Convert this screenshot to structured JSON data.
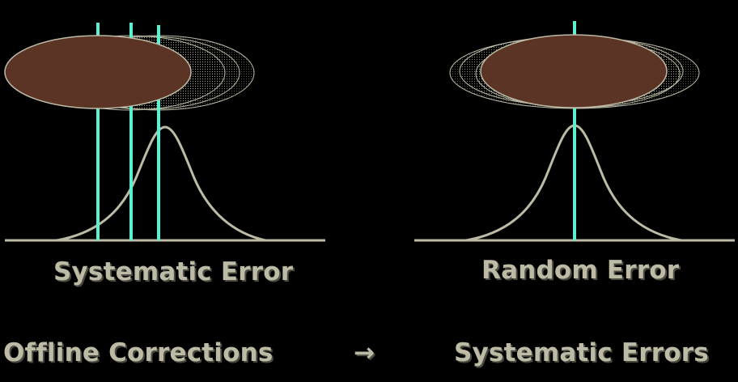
{
  "colors": {
    "background": "#000000",
    "ellipse_fill": "#5b3426",
    "ellipse_stroke": "#bdbba6",
    "curve": "#bdbba6",
    "baseline": "#bdbba6",
    "marker": "#5af0d0",
    "text": "#bdbba6",
    "text_shadow": "#4a4a40"
  },
  "left_panel": {
    "caption": "Systematic Error"
  },
  "right_panel": {
    "caption": "Random Error"
  },
  "footer": {
    "left": "Offline Corrections",
    "arrow": "→",
    "right": "Systematic Errors"
  }
}
